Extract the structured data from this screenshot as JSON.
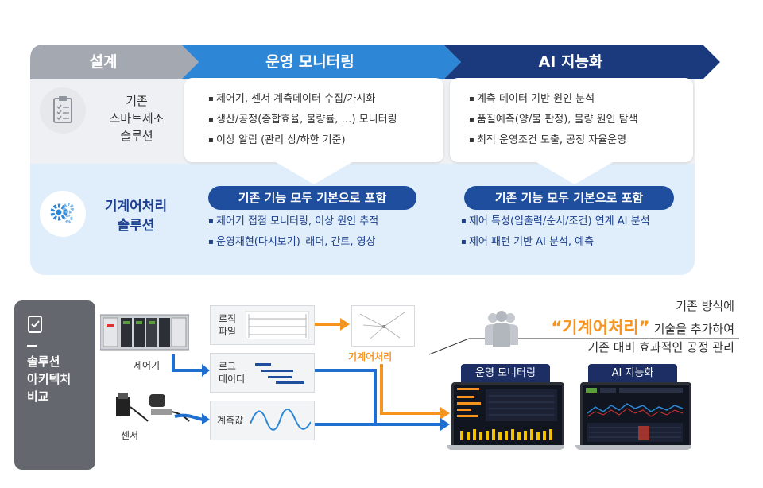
{
  "top": {
    "headers": {
      "design": "설계",
      "operations_monitoring": "운영 모니터링",
      "ai_intelligence": "AI 지능화"
    },
    "rows": {
      "existing": {
        "title_lines": [
          "기존",
          "스마트제조",
          "솔루션"
        ],
        "monitoring_items": [
          "제어기, 센서 계측데이터 수집/가시화",
          "생산/공정(종합효율, 불량률, …) 모니터링",
          "이상 알림 (관리 상/하한 기준)"
        ],
        "ai_items": [
          "계측 데이터 기반 원인 분석",
          "품질예측(양/불 판정), 불량 원인 탐색",
          "최적 운영조건 도출, 공정 자율운영"
        ]
      },
      "machine_processing": {
        "title_lines": [
          "기계어처리",
          "솔루션"
        ],
        "monitoring_pill": "기존 기능 모두 기본으로 포함",
        "monitoring_items": [
          "제어기 접점 모니터링, 이상 원인 추적",
          "운영재현(다시보기)–래더, 간트, 영상"
        ],
        "ai_pill": "기존 기능 모두 기본으로 포함",
        "ai_items": [
          "제어 특성(입출력/순서/조건) 연계 AI 분석",
          "제어 패턴 기반 AI 분석, 예측"
        ]
      }
    }
  },
  "bottom": {
    "sidebar_lines": [
      "솔루션",
      "아키텍처",
      "비교"
    ],
    "controller_label": "제어기",
    "sensor_label": "센서",
    "logic_file_lines": [
      "로직",
      "파일"
    ],
    "log_data_lines": [
      "로그",
      "데이터"
    ],
    "measured_value": "계측값",
    "machine_processing_label": "기계어처리",
    "callout": {
      "line1": "기존 방식에",
      "quoted_term": "“기계어처리”",
      "line2_suffix": "기술을 추가하여",
      "line3": "기존 대비 효과적인 공정 관리"
    },
    "monitor_tabs": [
      "운영 모니터링",
      "AI 지능화"
    ]
  },
  "colors": {
    "design_header": "#a4a8b0",
    "monitoring_header": "#2e87d6",
    "ai_header": "#1a3a7d",
    "pill": "#1f4e9e",
    "orange_arrow": "#f7941d",
    "blue_arrow": "#1f6fd1"
  }
}
